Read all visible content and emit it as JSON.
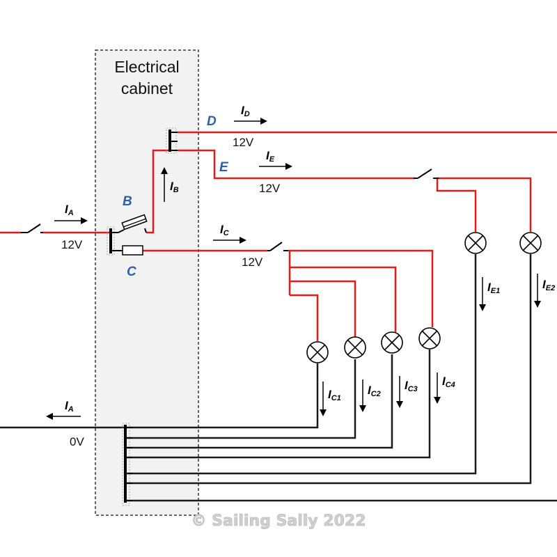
{
  "cabinet": {
    "title_line1": "Electrical",
    "title_line2": "cabinet"
  },
  "nodes": {
    "B": "B",
    "C": "C",
    "D": "D",
    "E": "E"
  },
  "currents": {
    "A_in": {
      "main": "I",
      "sub": "A"
    },
    "A_out": {
      "main": "I",
      "sub": "A"
    },
    "B": {
      "main": "I",
      "sub": "B"
    },
    "C": {
      "main": "I",
      "sub": "C"
    },
    "D": {
      "main": "I",
      "sub": "D"
    },
    "E": {
      "main": "I",
      "sub": "E"
    },
    "C1": {
      "main": "I",
      "sub": "C1"
    },
    "C2": {
      "main": "I",
      "sub": "C2"
    },
    "C3": {
      "main": "I",
      "sub": "C3"
    },
    "C4": {
      "main": "I",
      "sub": "C4"
    },
    "E1": {
      "main": "I",
      "sub": "E1"
    },
    "E2": {
      "main": "I",
      "sub": "E2"
    }
  },
  "voltages": {
    "A": "12V",
    "C": "12V",
    "D": "12V",
    "E": "12V",
    "ground": "0V"
  },
  "watermark": "© Sailing Sally 2022",
  "colors": {
    "positive_wire": "#e31b1b",
    "negative_wire": "#1a1a1a",
    "node_label": "#2e5fa8",
    "cabinet_fill": "#f2f2f2",
    "watermark": "#c8c8c8"
  }
}
